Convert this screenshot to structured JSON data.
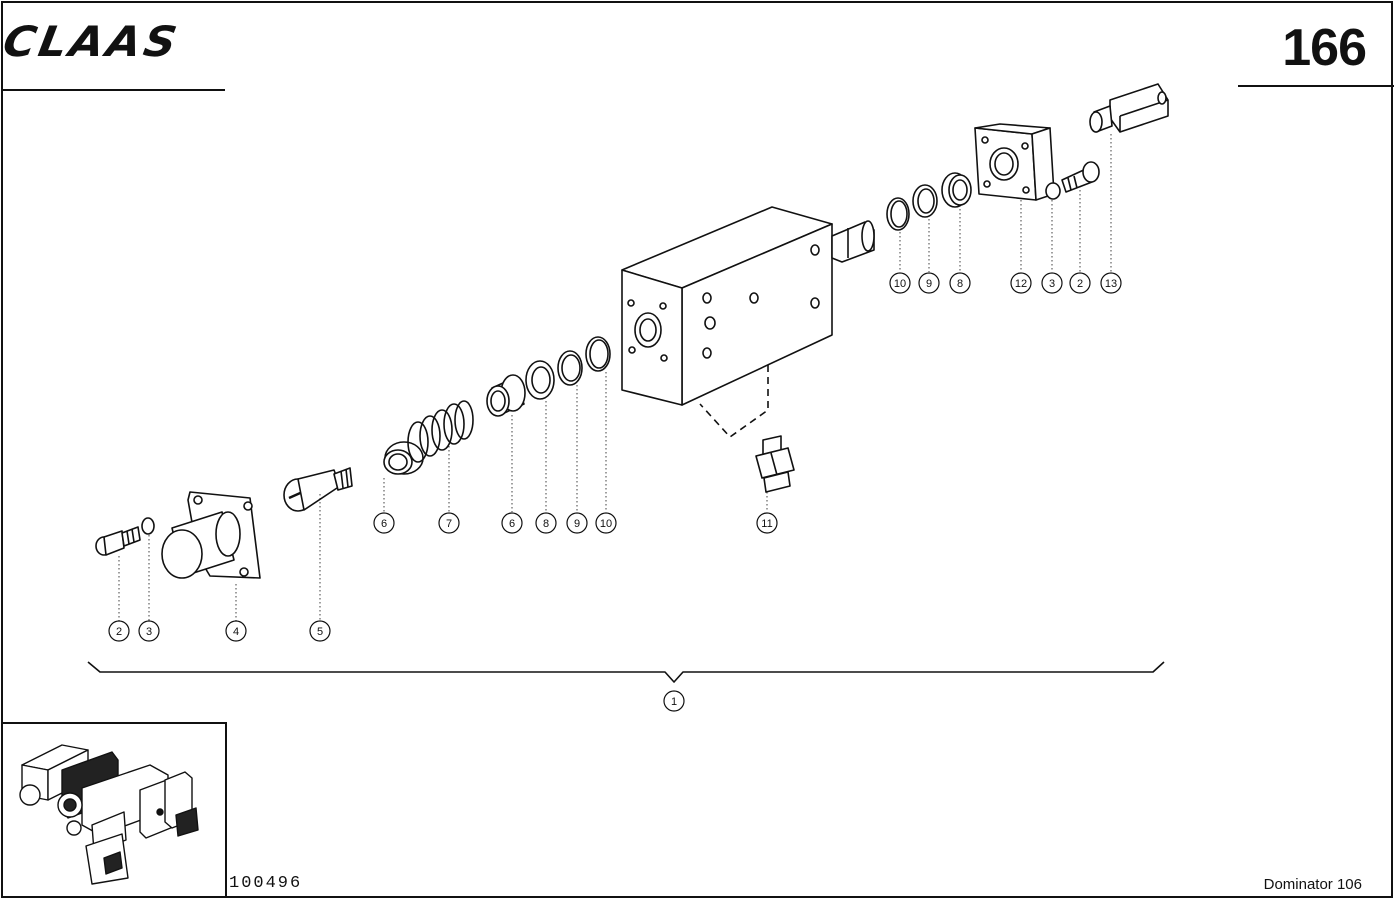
{
  "header": {
    "brand": "CLAAS",
    "page_number": "166"
  },
  "footer": {
    "document_code": "100496",
    "model": "Dominator 106"
  },
  "callouts": [
    {
      "id": "c2a",
      "label": "2"
    },
    {
      "id": "c3a",
      "label": "3"
    },
    {
      "id": "c4",
      "label": "4"
    },
    {
      "id": "c5",
      "label": "5"
    },
    {
      "id": "c6a",
      "label": "6"
    },
    {
      "id": "c7",
      "label": "7"
    },
    {
      "id": "c6b",
      "label": "6"
    },
    {
      "id": "c8a",
      "label": "8"
    },
    {
      "id": "c9a",
      "label": "9"
    },
    {
      "id": "c10a",
      "label": "10"
    },
    {
      "id": "c11",
      "label": "11"
    },
    {
      "id": "c10b",
      "label": "10"
    },
    {
      "id": "c9b",
      "label": "9"
    },
    {
      "id": "c8b",
      "label": "8"
    },
    {
      "id": "c12",
      "label": "12"
    },
    {
      "id": "c3b",
      "label": "3"
    },
    {
      "id": "c2b",
      "label": "2"
    },
    {
      "id": "c13",
      "label": "13"
    },
    {
      "id": "c1",
      "label": "1"
    }
  ]
}
